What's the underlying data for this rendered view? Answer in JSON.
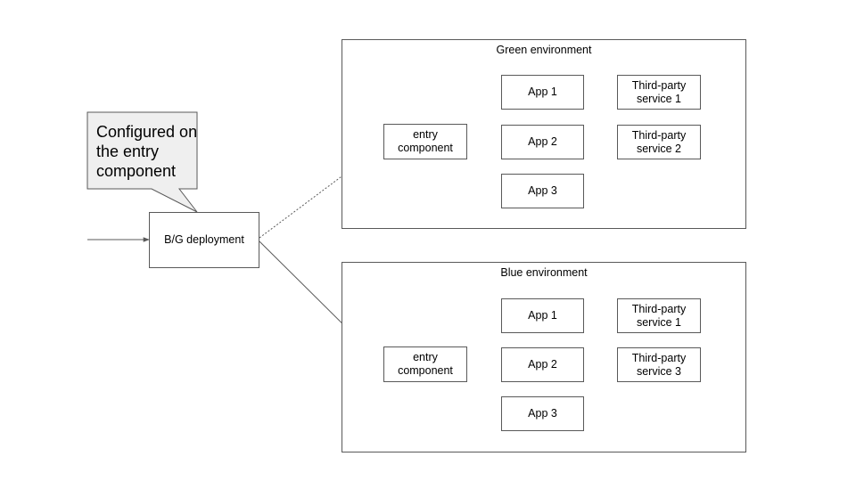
{
  "callout": {
    "text": "Configured on the entry component"
  },
  "bg_deployment": {
    "label": "B/G deployment"
  },
  "green": {
    "title": "Green environment",
    "entry": "entry component",
    "apps": [
      "App 1",
      "App 2",
      "App 3"
    ],
    "services": [
      "Third-party service 1",
      "Third-party service 2"
    ]
  },
  "blue": {
    "title": "Blue environment",
    "entry": "entry component",
    "apps": [
      "App 1",
      "App 2",
      "App 3"
    ],
    "services": [
      "Third-party service 1",
      "Third-party service 3"
    ]
  },
  "colors": {
    "line": "#595959",
    "callout_fill": "#efefef"
  }
}
